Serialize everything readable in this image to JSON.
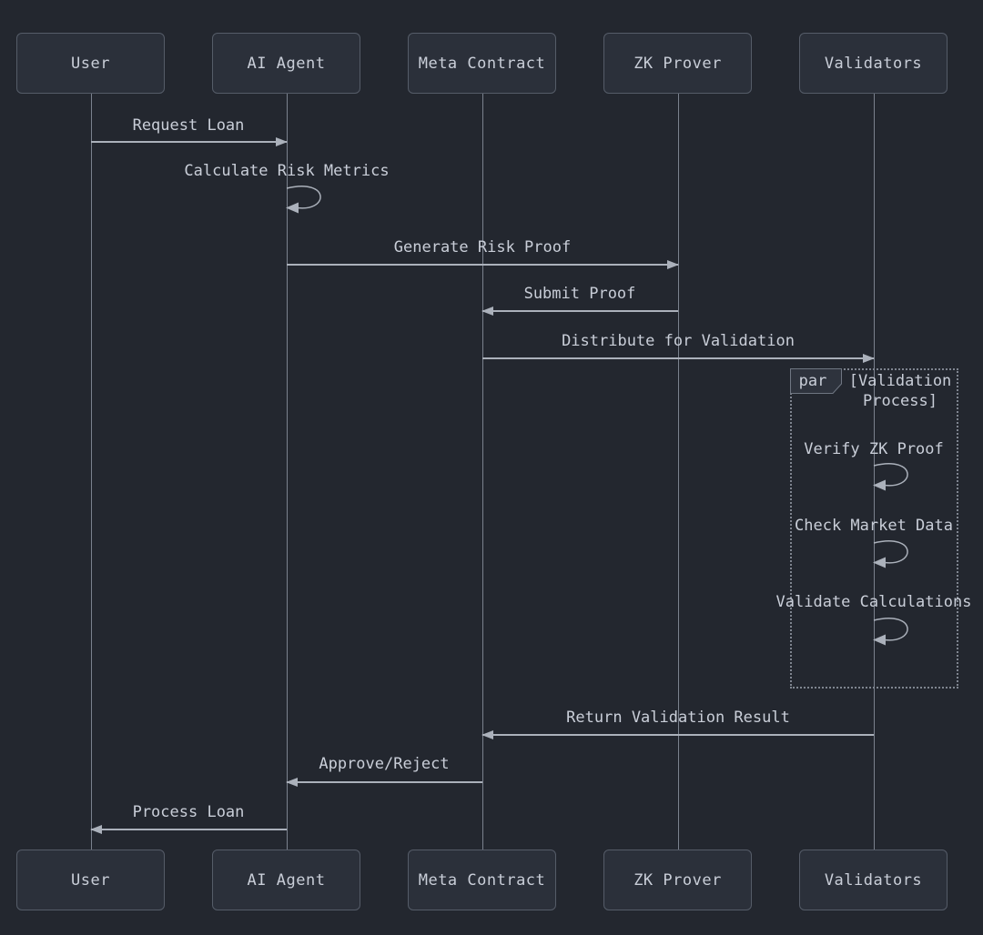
{
  "colors": {
    "background": "#23272f",
    "actor_fill": "#2b303a",
    "actor_border": "#555c68",
    "text": "#c9ced8",
    "message_line": "#abb1bb",
    "lifeline": "#7b828e",
    "par_border": "#7f8590"
  },
  "diagram": {
    "type": "sequence",
    "actors": [
      {
        "label": "User"
      },
      {
        "label": "AI Agent"
      },
      {
        "label": "Meta Contract"
      },
      {
        "label": "ZK Prover"
      },
      {
        "label": "Validators"
      }
    ],
    "messages": [
      {
        "label": "Request Loan",
        "from": "User",
        "to": "AI Agent",
        "kind": "arrow"
      },
      {
        "label": "Calculate Risk Metrics",
        "from": "AI Agent",
        "to": "AI Agent",
        "kind": "self"
      },
      {
        "label": "Generate Risk Proof",
        "from": "AI Agent",
        "to": "ZK Prover",
        "kind": "arrow"
      },
      {
        "label": "Submit Proof",
        "from": "ZK Prover",
        "to": "Meta Contract",
        "kind": "arrow"
      },
      {
        "label": "Distribute for Validation",
        "from": "Meta Contract",
        "to": "Validators",
        "kind": "arrow"
      },
      {
        "label": "Verify ZK Proof",
        "from": "Validators",
        "to": "Validators",
        "kind": "self"
      },
      {
        "label": "Check Market Data",
        "from": "Validators",
        "to": "Validators",
        "kind": "self"
      },
      {
        "label": "Validate Calculations",
        "from": "Validators",
        "to": "Validators",
        "kind": "self"
      },
      {
        "label": "Return Validation Result",
        "from": "Validators",
        "to": "Meta Contract",
        "kind": "arrow"
      },
      {
        "label": "Approve/Reject",
        "from": "Meta Contract",
        "to": "AI Agent",
        "kind": "arrow"
      },
      {
        "label": "Process Loan",
        "from": "AI Agent",
        "to": "User",
        "kind": "arrow"
      }
    ],
    "par_block": {
      "keyword": "par",
      "condition": "[Validation Process]"
    }
  }
}
